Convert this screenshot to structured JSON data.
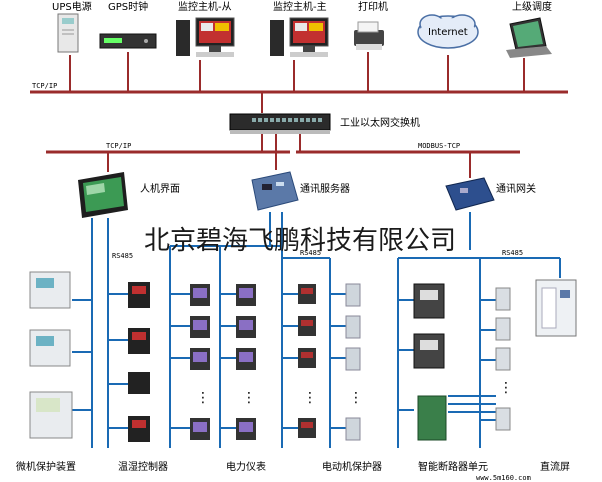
{
  "top_devices": {
    "ups": "UPS电源",
    "gps": "GPS时钟",
    "monitor_slave": "监控主机-从",
    "monitor_master": "监控主机-主",
    "printer": "打印机",
    "internet": "Internet",
    "remote_dispatch": "上级调度"
  },
  "networks": {
    "tcpip_top": "TCP/IP",
    "switch": "工业以太网交换机",
    "tcpip_mid": "TCP/IP",
    "modbus": "MODBUS-TCP",
    "rs485_left": "RS485",
    "rs485_mid": "RS485",
    "rs485_right": "RS485"
  },
  "mid_devices": {
    "hmi": "人机界面",
    "comm_server": "通讯服务器",
    "comm_gateway": "通讯网关"
  },
  "bottom_labels": {
    "relay": "微机保护装置",
    "temp": "温湿控制器",
    "meter": "电力仪表",
    "motor": "电动机保护器",
    "breaker": "智能断路器单元",
    "dc": "直流屏"
  },
  "watermark": "北京碧海飞鹏科技有限公司",
  "footer_watermark": "www.5m160.com"
}
